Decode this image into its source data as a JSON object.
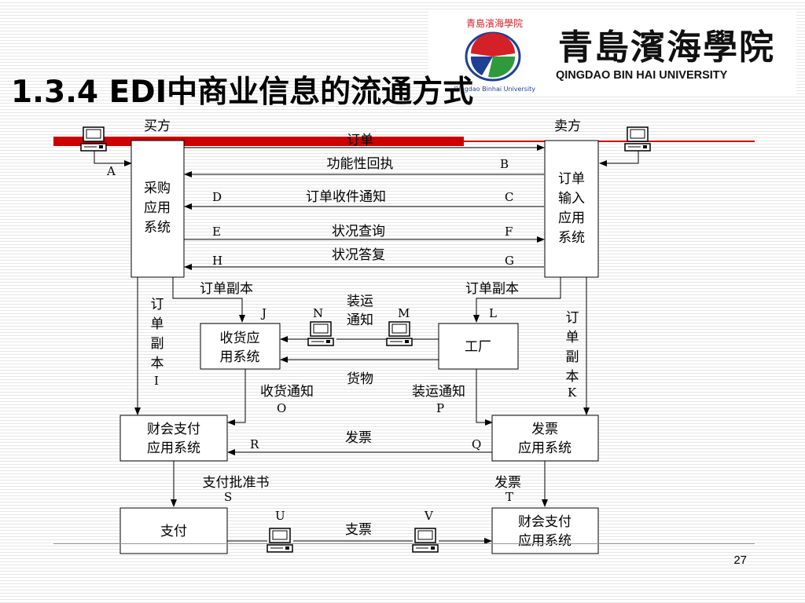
{
  "slide": {
    "title": "1.3.4 EDI中商业信息的流通方式",
    "page_number": "27"
  },
  "logo": {
    "chinese_name": "青島濱海學院",
    "english_name": "QINGDAO BIN HAI UNIVERSITY",
    "emblem_text": "青島濱海學院",
    "emblem_sub": "Qingdao Binhai University"
  },
  "diagram": {
    "parties": {
      "buyer": "买方",
      "seller": "卖方"
    },
    "nodes": {
      "purchase": [
        "采购",
        "应用",
        "系统"
      ],
      "order_entry": [
        "订单",
        "输入",
        "应用",
        "系统"
      ],
      "receiving": [
        "收货应",
        "用系统"
      ],
      "factory": "工厂",
      "finance_buyer": [
        "财会支付",
        "应用系统"
      ],
      "invoice": [
        "发票",
        "应用系统"
      ],
      "payment": "支付",
      "finance_seller": [
        "财会支付",
        "应用系统"
      ]
    },
    "messages": {
      "order": "订单",
      "func_receipt": "功能性回执",
      "order_ack": "订单收件通知",
      "status_query": "状况查询",
      "status_reply": "状况答复",
      "order_copy_left": "订单副本",
      "order_copy_right": "订单副本",
      "shipping_notice_top": [
        "装运",
        "通知"
      ],
      "order_copy_i": [
        "订",
        "单",
        "副",
        "本"
      ],
      "order_copy_k": [
        "订",
        "单",
        "副",
        "本"
      ],
      "goods": "货物",
      "receipt_notice": "收货通知",
      "shipping_notice": "装运通知",
      "invoice_msg": "发票",
      "pay_approval": "支付批准书",
      "invoice_doc": "发票",
      "cheque": "支票"
    },
    "letters": {
      "A": "A",
      "B": "B",
      "C": "C",
      "D": "D",
      "E": "E",
      "F": "F",
      "G": "G",
      "H": "H",
      "I": "I",
      "J": "J",
      "K": "K",
      "L": "L",
      "M": "M",
      "N": "N",
      "O": "O",
      "P": "P",
      "Q": "Q",
      "R": "R",
      "S": "S",
      "T": "T",
      "U": "U",
      "V": "V"
    },
    "computer_icons": [
      "buyer-terminal",
      "seller-terminal",
      "n-terminal",
      "m-terminal",
      "u-terminal",
      "v-terminal"
    ]
  },
  "colors": {
    "accent_red": "#cc0000",
    "emblem_red": "#d42027",
    "emblem_blue": "#1f3f95",
    "emblem_green": "#2f9a3c"
  }
}
